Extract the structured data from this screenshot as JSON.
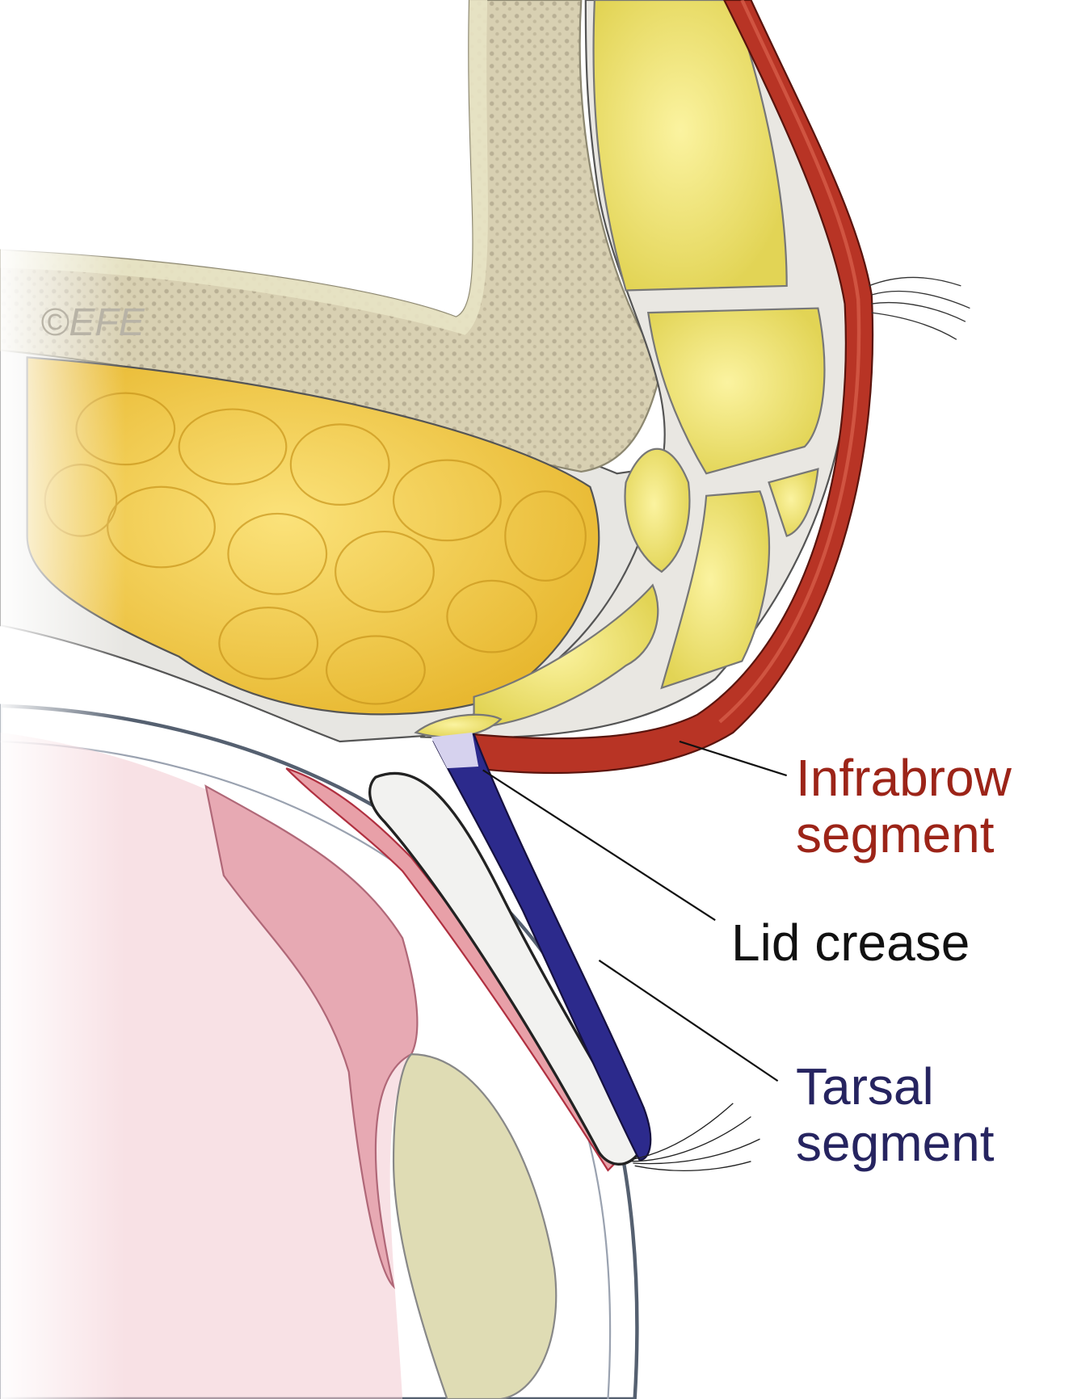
{
  "watermark": "©EFE",
  "labels": {
    "infrabrow": [
      "Infrabrow",
      "segment"
    ],
    "lid_crease": "Lid crease",
    "tarsal": [
      "Tarsal",
      "segment"
    ]
  },
  "colors": {
    "infrabrow": "#9c2418",
    "tarsal": "#262460",
    "fat": "#f5d44a",
    "bone": "#d9d2b4"
  }
}
